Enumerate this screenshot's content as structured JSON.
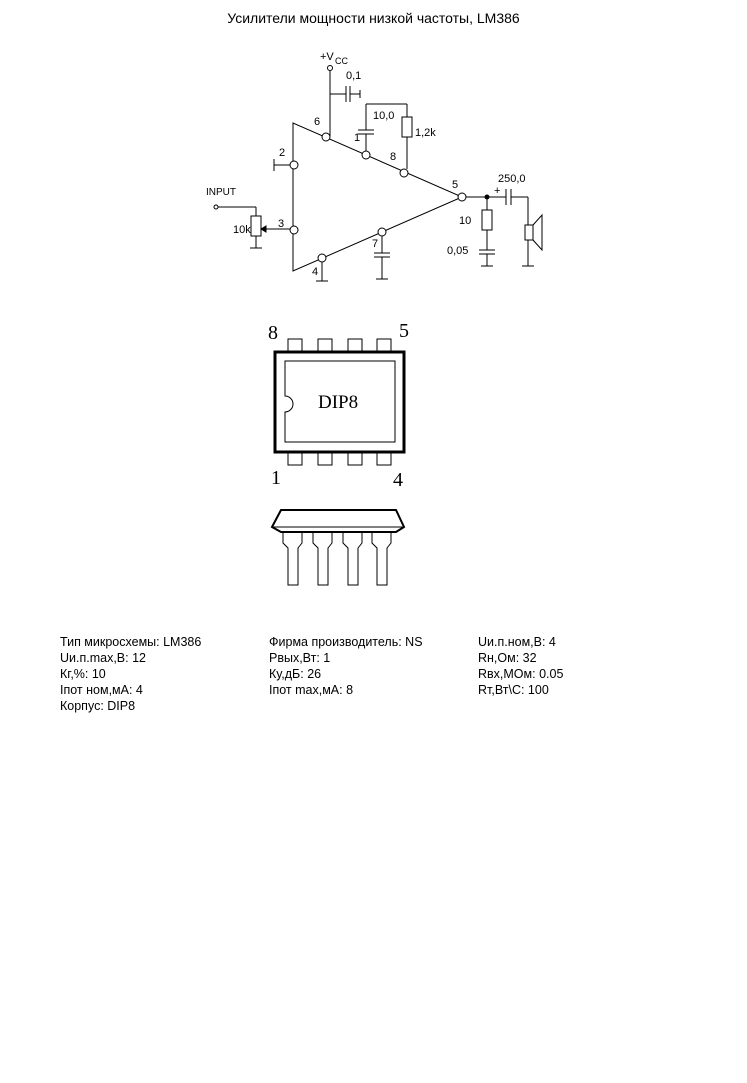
{
  "title": "Усилители мощности низкой частоты, LM386",
  "schematic": {
    "vcc_label": "+V",
    "vcc_sub": "CC",
    "input_label": "INPUT",
    "pot_label": "10k",
    "cap_supply": "0,1",
    "cap_gain": "10,0",
    "res_gain": "1,2k",
    "cap_output": "250,0",
    "cap_plus": "+",
    "res_zobel": "10",
    "cap_zobel": "0,05",
    "pins": {
      "p1": "1",
      "p2": "2",
      "p3": "3",
      "p4": "4",
      "p5": "5",
      "p6": "6",
      "p7": "7",
      "p8": "8"
    }
  },
  "package": {
    "name": "DIP8",
    "corner_tl": "8",
    "corner_tr": "5",
    "corner_bl": "1",
    "corner_br": "4"
  },
  "specs": {
    "col1": [
      "Тип микросхемы: LM386",
      "Uи.п.max,В: 12",
      "Кг,%: 10",
      "Iпот ном,мА: 4",
      "Корпус: DIP8"
    ],
    "col2": [
      "Фирма производитель: NS",
      "Рвых,Вт: 1",
      "Ку,дБ: 26",
      "Iпот max,мА: 8"
    ],
    "col3": [
      "Uи.п.ном,В: 4",
      "Rн,Ом: 32",
      "Rвх,МОм: 0.05",
      "Rт,Вт\\С: 100"
    ]
  }
}
